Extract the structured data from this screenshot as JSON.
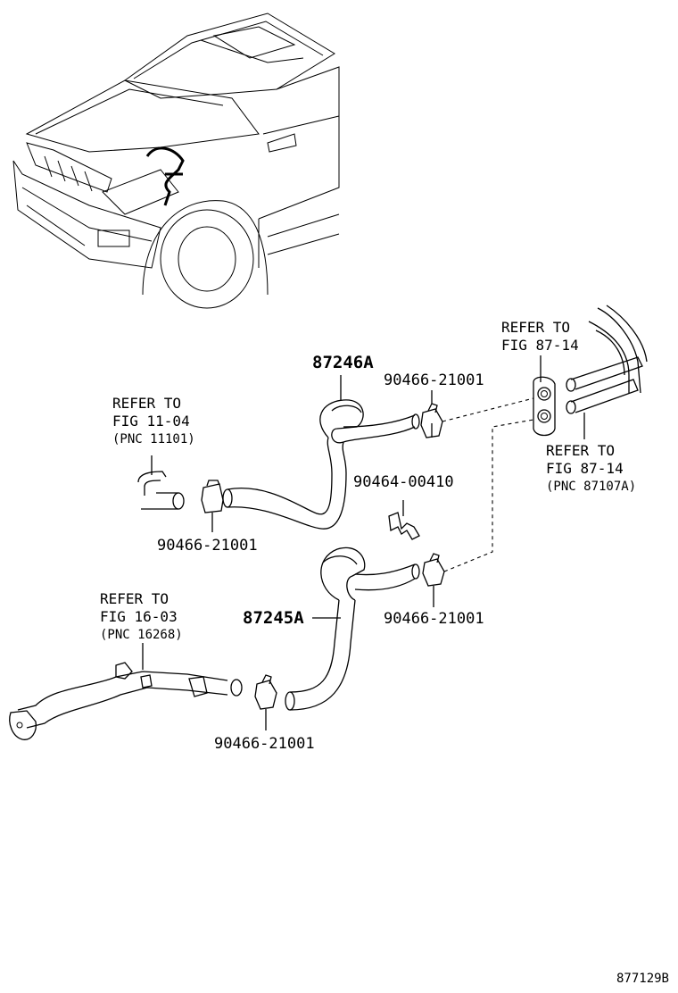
{
  "labels": {
    "part_87246A": "87246A",
    "part_87245A": "87245A",
    "clamp_top_right": "90466-21001",
    "clamp_left": "90466-21001",
    "clamp_mid_right": "90466-21001",
    "clamp_bottom": "90466-21001",
    "clip_90464": "90464-00410"
  },
  "refs": {
    "fig_11_04": {
      "line1": "REFER TO",
      "line2": "FIG 11-04",
      "line3": "(PNC 11101)"
    },
    "fig_87_14_top": {
      "line1": "REFER TO",
      "line2": "FIG 87-14"
    },
    "fig_87_14_right": {
      "line1": "REFER TO",
      "line2": "FIG 87-14",
      "line3": "(PNC 87107A)"
    },
    "fig_16_03": {
      "line1": "REFER TO",
      "line2": "FIG 16-03",
      "line3": "(PNC 16268)"
    }
  },
  "diagram_id": "877129B",
  "icons": {
    "vehicle": "vehicle-outline-icon",
    "hose": "heater-hose-icon",
    "clamp": "hose-clamp-icon",
    "heater_core": "heater-core-pipes-icon",
    "water_pipe": "water-pipe-icon"
  }
}
